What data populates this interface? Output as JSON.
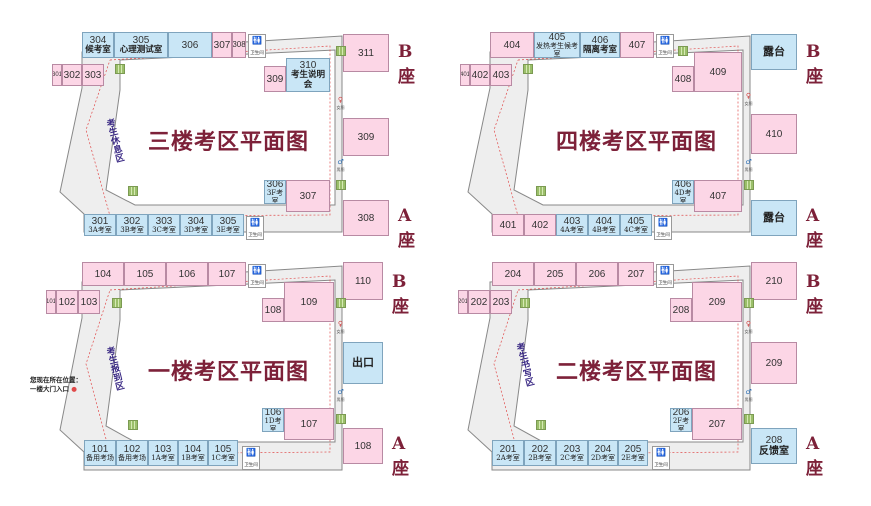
{
  "wc_label": "卫生间",
  "wc_small_label": "卫生间",
  "building_b": "B座",
  "building_a": "A座",
  "floor3": {
    "title": "三楼考区平面图",
    "side_zone": "考生休息区",
    "top_rooms": [
      {
        "num": "304",
        "sub": "候考室"
      },
      {
        "num": "305",
        "sub": "心理测试室"
      },
      {
        "num": "306",
        "sub": ""
      },
      {
        "num": "307",
        "sub": ""
      },
      {
        "num": "308",
        "sub": ""
      }
    ],
    "left_rooms": [
      "301",
      "302",
      "303"
    ],
    "r309a": {
      "num": "309",
      "sub": ""
    },
    "r310": {
      "num": "310",
      "sub": "考生说明会"
    },
    "right_rooms": [
      "311",
      "309",
      "308"
    ],
    "r306": {
      "num": "306",
      "sub": "3F考室"
    },
    "r307": {
      "num": "307",
      "sub": ""
    },
    "bottom_rooms": [
      {
        "num": "301",
        "sub": "3A考室"
      },
      {
        "num": "302",
        "sub": "3B考室"
      },
      {
        "num": "303",
        "sub": "3C考室"
      },
      {
        "num": "304",
        "sub": "3D考室"
      },
      {
        "num": "305",
        "sub": "3E考室"
      }
    ]
  },
  "floor4": {
    "title": "四楼考区平面图",
    "top_rooms": [
      {
        "num": "404",
        "sub": ""
      },
      {
        "num": "405",
        "sub": "发热考生候考室"
      },
      {
        "num": "406",
        "sub": "隔离考室"
      },
      {
        "num": "407",
        "sub": ""
      }
    ],
    "left_rooms": [
      "401",
      "402",
      "403"
    ],
    "r408": {
      "num": "408",
      "sub": ""
    },
    "r409": {
      "num": "409",
      "sub": ""
    },
    "terrace_top": "露台",
    "terrace_bottom": "露台",
    "r410": {
      "num": "410",
      "sub": ""
    },
    "r406": {
      "num": "406",
      "sub": "4D考室"
    },
    "r407": {
      "num": "407",
      "sub": ""
    },
    "bottom_rooms": [
      {
        "num": "401",
        "sub": ""
      },
      {
        "num": "402",
        "sub": ""
      },
      {
        "num": "403",
        "sub": "4A考室"
      },
      {
        "num": "404",
        "sub": "4B考室"
      },
      {
        "num": "405",
        "sub": "4C考室"
      }
    ]
  },
  "floor1": {
    "title": "一楼考区平面图",
    "side_zone": "考生报到区",
    "here_line1": "您现在所在位置：",
    "here_line2": "一楼大门入口",
    "top_rooms": [
      "104",
      "105",
      "106",
      "107"
    ],
    "left_rooms": [
      "101",
      "102",
      "103"
    ],
    "r108a": {
      "num": "108",
      "sub": ""
    },
    "r109": {
      "num": "109",
      "sub": ""
    },
    "r110": {
      "num": "110",
      "sub": ""
    },
    "exit": "出口",
    "r106": {
      "num": "106",
      "sub": "1D考室"
    },
    "r107": {
      "num": "107",
      "sub": ""
    },
    "r108b": {
      "num": "108",
      "sub": ""
    },
    "bottom_rooms": [
      {
        "num": "101",
        "sub": "备用考场"
      },
      {
        "num": "102",
        "sub": "备用考场"
      },
      {
        "num": "103",
        "sub": "1A考室"
      },
      {
        "num": "104",
        "sub": "1B考室"
      },
      {
        "num": "105",
        "sub": "1C考室"
      }
    ]
  },
  "floor2": {
    "title": "二楼考区平面图",
    "side_zone": "考生书写区",
    "top_rooms": [
      "204",
      "205",
      "206",
      "207"
    ],
    "left_rooms": [
      "201",
      "202",
      "203"
    ],
    "r208a": {
      "num": "208",
      "sub": ""
    },
    "r209a": {
      "num": "209",
      "sub": ""
    },
    "r210": {
      "num": "210",
      "sub": ""
    },
    "r209b": {
      "num": "209",
      "sub": ""
    },
    "r206": {
      "num": "206",
      "sub": "2F考室"
    },
    "r207": {
      "num": "207",
      "sub": ""
    },
    "r208b": {
      "num": "208",
      "sub": "反馈室"
    },
    "bottom_rooms": [
      {
        "num": "201",
        "sub": "2A考室"
      },
      {
        "num": "202",
        "sub": "2B考室"
      },
      {
        "num": "203",
        "sub": "2C考室"
      },
      {
        "num": "204",
        "sub": "2D考室"
      },
      {
        "num": "205",
        "sub": "2E考室"
      }
    ]
  }
}
